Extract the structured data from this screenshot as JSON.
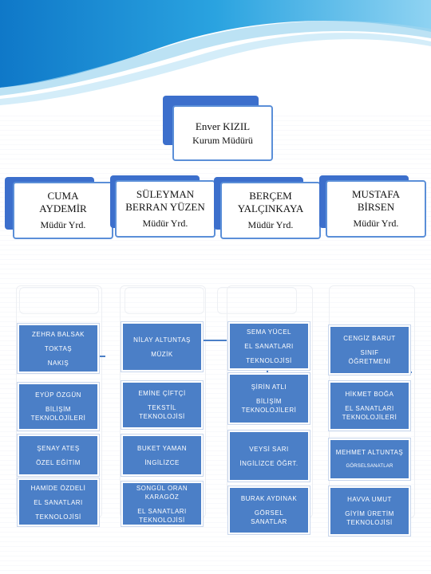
{
  "director": {
    "name": "Enver KIZIL",
    "role": "Kurum Müdürü"
  },
  "deputies": [
    {
      "name_line1": "CUMA",
      "name_line2": "AYDEMİR",
      "role": "Müdür Yrd."
    },
    {
      "name_line1": "SÜLEYMAN",
      "name_line2": "BERRAN YÜZEN",
      "role": "Müdür Yrd."
    },
    {
      "name_line1": "BERÇEM",
      "name_line2": "YALÇINKAYA",
      "role": "Müdür Yrd."
    },
    {
      "name_line1": "MUSTAFA",
      "name_line2": "BİRSEN",
      "role": "Müdür Yrd."
    }
  ],
  "columns": [
    [
      {
        "lines": [
          "ZEHRA BALSAK",
          "TOKTAŞ",
          "NAKIŞ"
        ]
      },
      {
        "lines": [
          "EYÜP ÖZGÜN",
          "BİLİŞİM",
          "TEKNOLOJİLERİ"
        ]
      },
      {
        "lines": [
          "ŞENAY ATEŞ",
          "ÖZEL EĞİTİM"
        ]
      },
      {
        "lines": [
          "HAMİDE ÖZDELİ",
          "EL SANATLARI",
          "TEKNOLOJİSİ"
        ]
      }
    ],
    [
      {
        "lines": [
          "NİLAY ALTUNTAŞ",
          "MÜZİK"
        ]
      },
      {
        "lines": [
          "EMİNE ÇİFTÇİ",
          "TEKSTİL",
          "TEKNOLOJİSİ"
        ]
      },
      {
        "lines": [
          "BUKET YAMAN",
          "İNGİLİZCE"
        ]
      },
      {
        "lines": [
          "SONGÜL ORAN",
          "KARAGÖZ",
          "EL SANATLARI",
          "TEKNOLOJİSİ"
        ]
      }
    ],
    [
      {
        "lines": [
          "SEMA YÜCEL",
          "EL SANATLARI",
          "TEKNOLOJİSİ"
        ]
      },
      {
        "lines": [
          "ŞİRİN ATLI",
          "BİLİŞİM",
          "TEKNOLOJİLERİ"
        ]
      },
      {
        "lines": [
          "VEYSİ SARI",
          "İNGİLİZCE ÖĞRT."
        ]
      },
      {
        "lines": [
          "BURAK AYDINAK",
          "GÖRSEL",
          "SANATLAR"
        ]
      }
    ],
    [
      {
        "lines": [
          "CENGİZ BARUT",
          "SINIF",
          "ÖĞRETMENİ"
        ]
      },
      {
        "lines": [
          "HİKMET BOĞA",
          "EL SANATLARI",
          "TEKNOLOJİLERİ"
        ]
      },
      {
        "lines": [
          "MEHMET ALTUNTAŞ",
          "GÖRSELSANATLAR"
        ]
      },
      {
        "lines": [
          "HAVVA UMUT",
          "GİYİM ÜRETİM",
          "TEKNOLOJİSİ"
        ]
      }
    ]
  ],
  "colors": {
    "accent": "#4b7fc7",
    "shadow": "#3c6fcc",
    "wave": "#1a8fd1"
  }
}
